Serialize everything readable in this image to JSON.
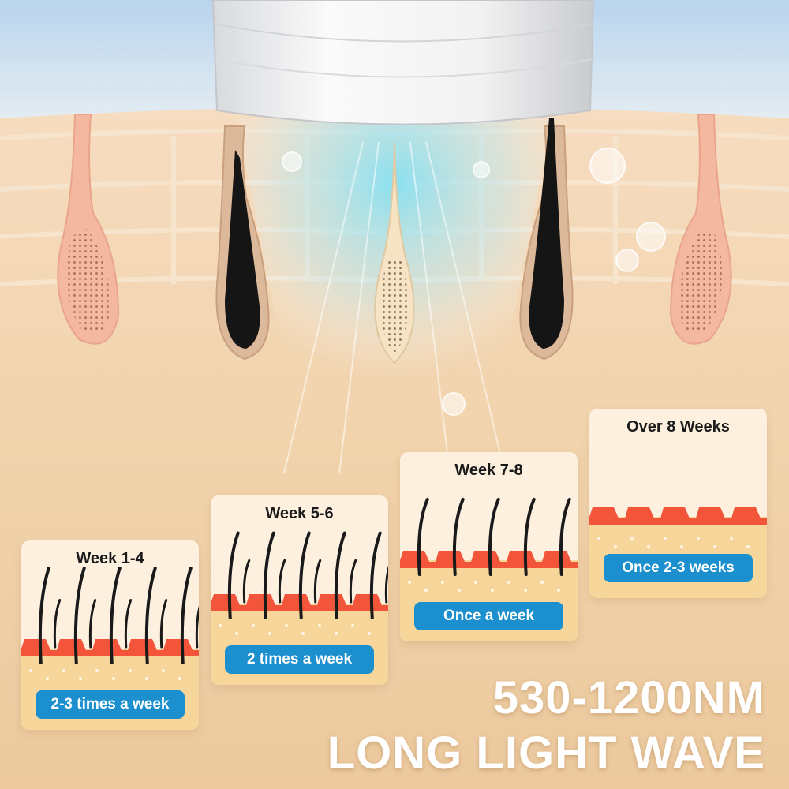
{
  "cards": [
    {
      "period": "Week 1-4",
      "frequency": "2-3 times a week",
      "hair_level": 1.0
    },
    {
      "period": "Week 5-6",
      "frequency": "2 times a week",
      "hair_level": 0.75
    },
    {
      "period": "Week 7-8",
      "frequency": "Once a week",
      "hair_level": 0.5
    },
    {
      "period": "Over 8 Weeks",
      "frequency": "Once 2-3 weeks",
      "hair_level": 0.0
    }
  ],
  "headline": {
    "line1": "530-1200NM",
    "line2": "LONG LIGHT WAVE"
  },
  "colors": {
    "badge": "#1c8fce",
    "skin": "#efd3ac",
    "sky": "#cfe3f4",
    "light_beam": "#5fd4ef",
    "hair": "#1a1a1a"
  }
}
